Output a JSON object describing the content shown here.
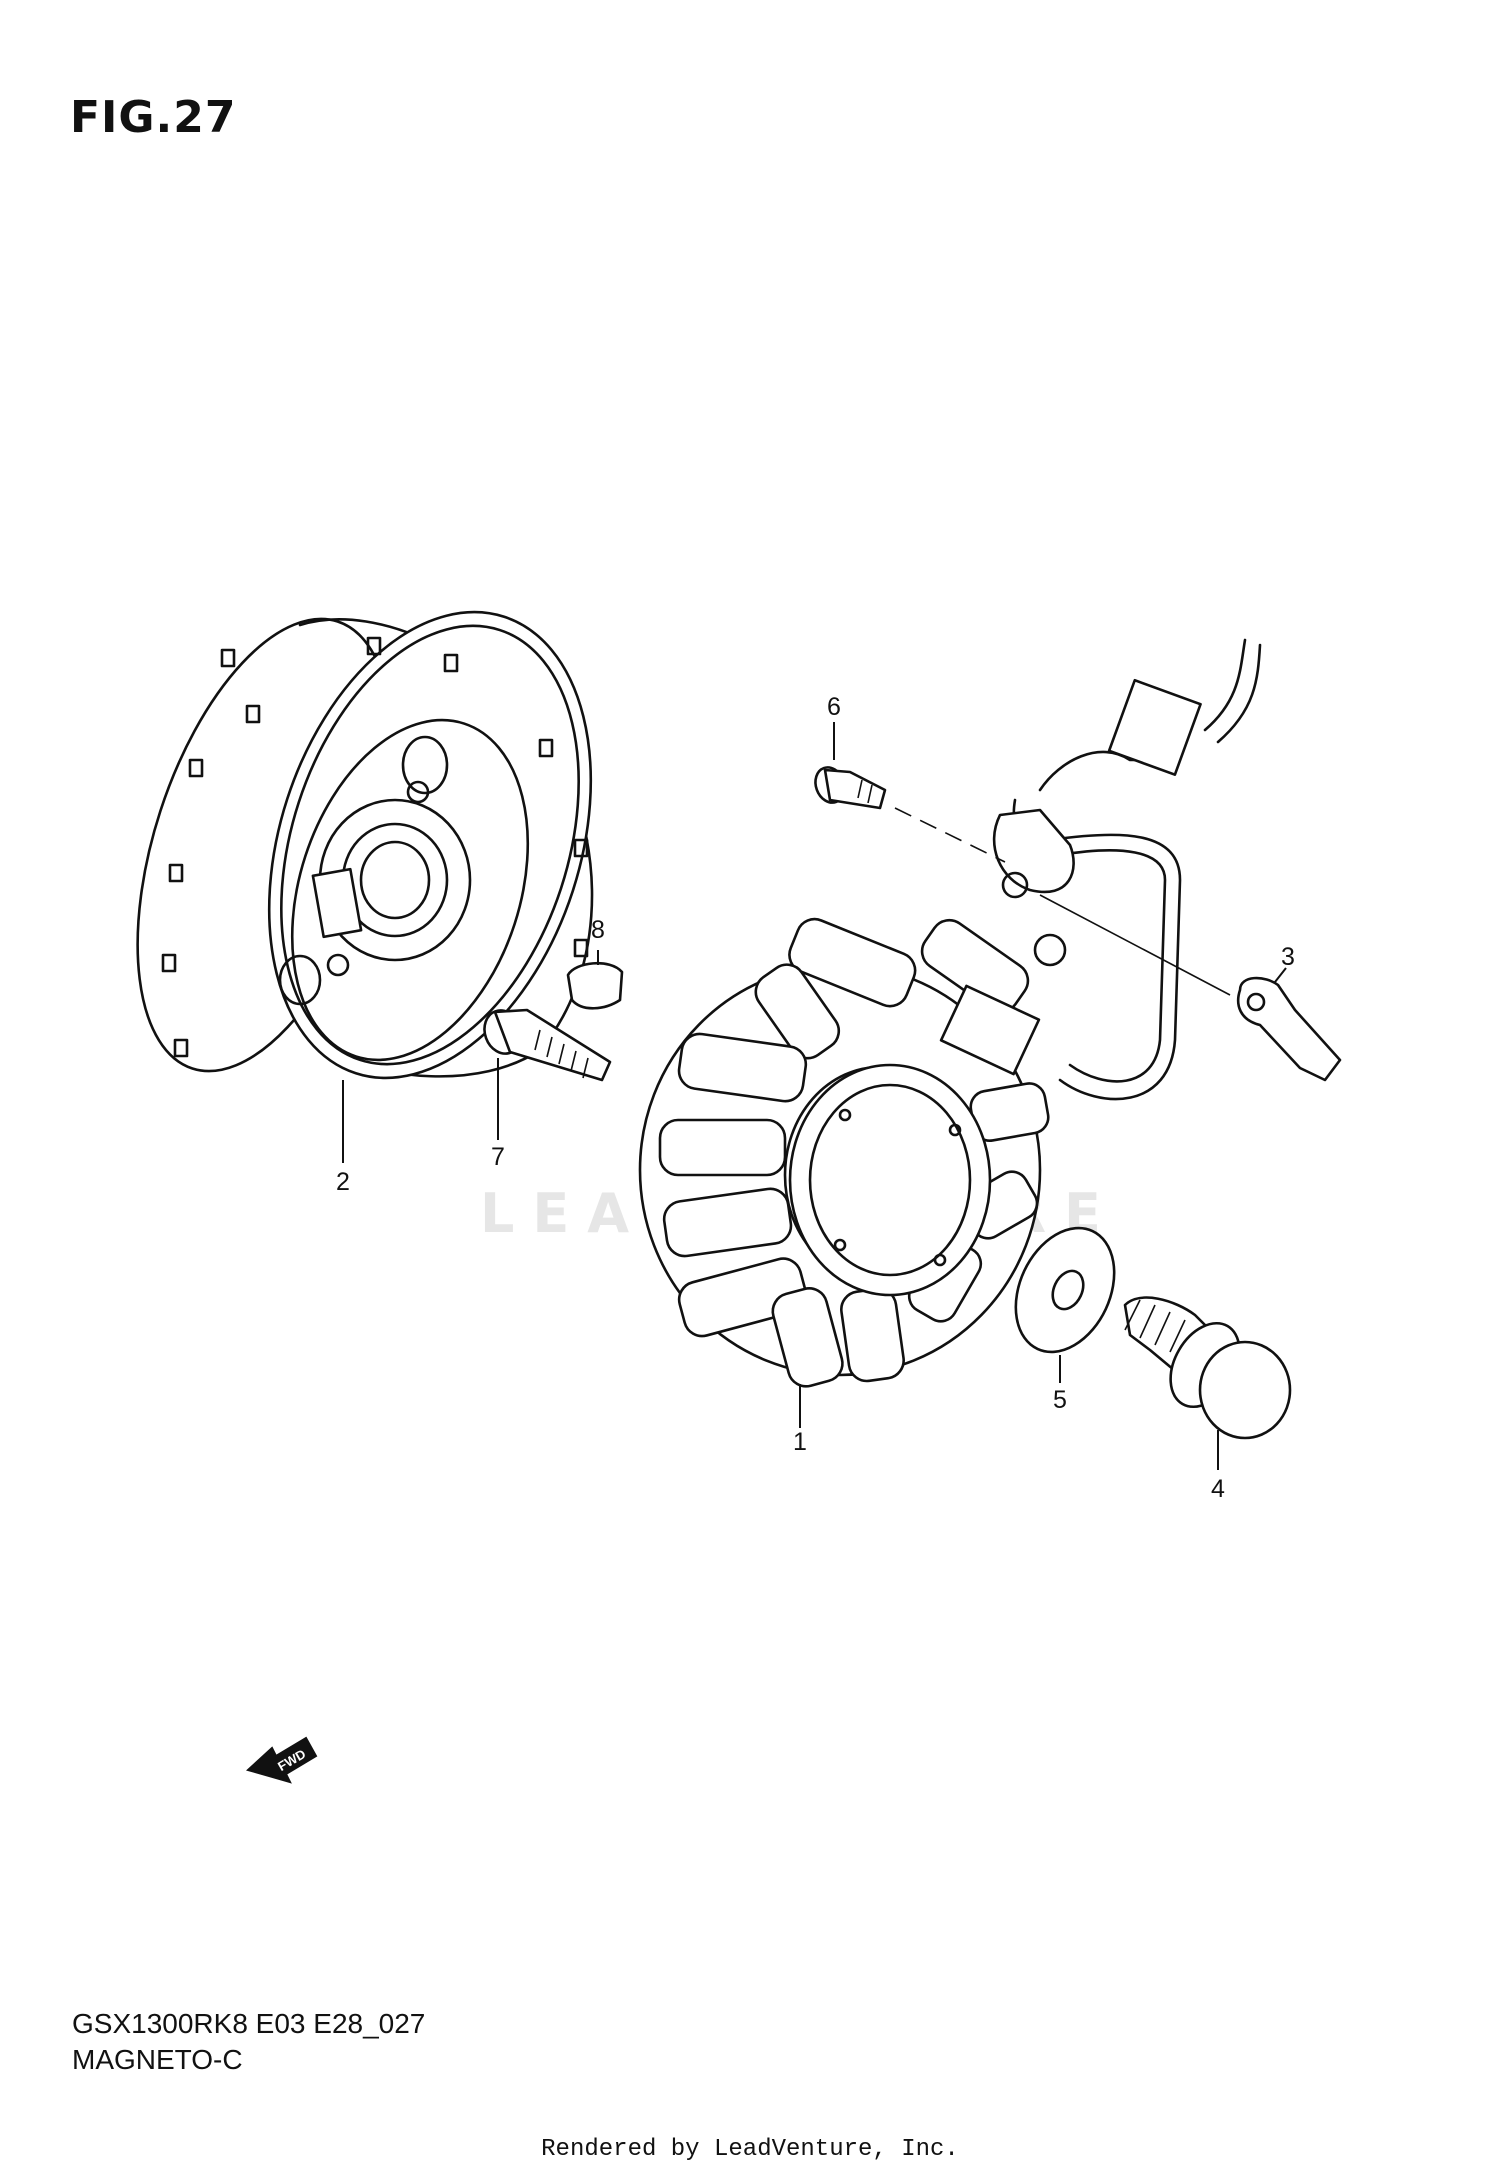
{
  "figure": {
    "title": "FIG.27"
  },
  "callouts": [
    {
      "number": "1",
      "part": "stator"
    },
    {
      "number": "2",
      "part": "rotor"
    },
    {
      "number": "3",
      "part": "clamp"
    },
    {
      "number": "4",
      "part": "bolt"
    },
    {
      "number": "5",
      "part": "washer"
    },
    {
      "number": "6",
      "part": "screw"
    },
    {
      "number": "7",
      "part": "bolt"
    },
    {
      "number": "8",
      "part": "key"
    }
  ],
  "fwd_label": "FWD",
  "watermark": "LEADVENTURE",
  "model_code": "GSX1300RK8 E03 E28_027",
  "section_name": "MAGNETO-C",
  "footer": "Rendered by LeadVenture, Inc."
}
